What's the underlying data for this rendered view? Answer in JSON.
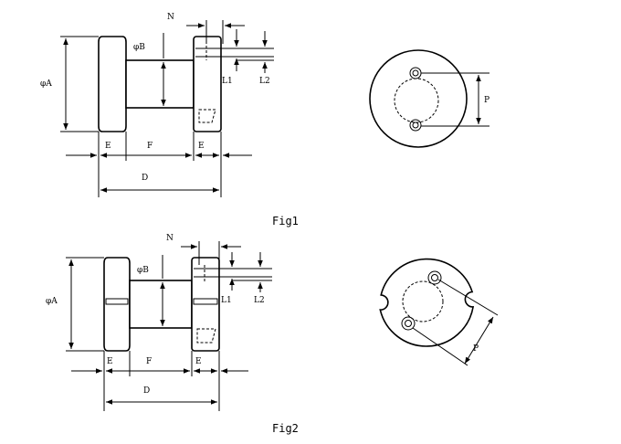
{
  "figures": [
    {
      "caption": "Fig1",
      "labels": {
        "diameter_a": "φA",
        "diameter_b": "φB",
        "n": "N",
        "l1": "L1",
        "l2": "L2",
        "e_left": "E",
        "f": "F",
        "e_right": "E",
        "d": "D",
        "p": "P"
      }
    },
    {
      "caption": "Fig2",
      "labels": {
        "diameter_a": "φA",
        "diameter_b": "φB",
        "n": "N",
        "l1": "L1",
        "l2": "L2",
        "e_left": "E",
        "f": "F",
        "e_right": "E",
        "d": "D",
        "p": "P"
      }
    }
  ]
}
